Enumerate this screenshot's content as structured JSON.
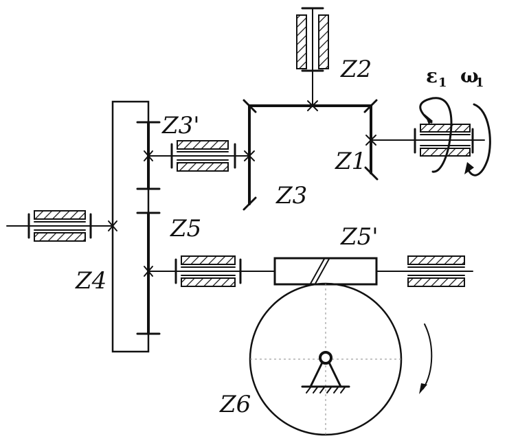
{
  "labels": {
    "z1": "Z1",
    "z2": "Z2",
    "z3": "Z3",
    "z3p": "Z3'",
    "z4": "Z4",
    "z5": "Z5",
    "z5p": "Z5'",
    "z6": "Z6",
    "eps": "ε",
    "eps_sub": "1",
    "omega": "ω",
    "omega_sub": "1"
  }
}
